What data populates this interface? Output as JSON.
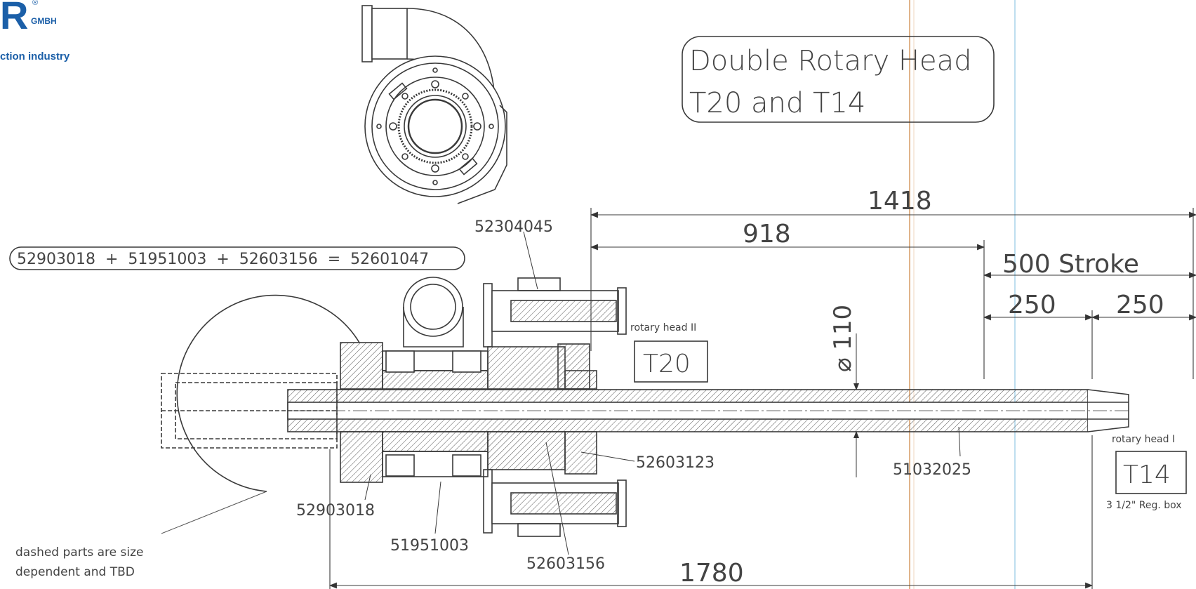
{
  "logo": {
    "letter": "R",
    "registered": "®",
    "suffix": "GMBH",
    "tagline": "ction industry"
  },
  "title": {
    "line1": "Double Rotary Head",
    "line2": "T20 and T14"
  },
  "formula": "52903018  +  51951003  +  52603156  =  52601047",
  "dimensions": {
    "total_top": "1418",
    "inner": "918",
    "stroke": "500 Stroke",
    "half_a": "250",
    "half_b": "250",
    "diameter": "⌀ 110",
    "total_bottom": "1780"
  },
  "heads": {
    "head2_label": "rotary head II",
    "head2_code": "T20",
    "head1_label": "rotary head I",
    "head1_code": "T14",
    "thread": "3 1/2\" Reg. box"
  },
  "parts": {
    "p1": "52304045",
    "p2": "52603123",
    "p3": "51032025",
    "p4": "52903018",
    "p5": "51951003",
    "p6": "52603156"
  },
  "note": {
    "line1": "dashed parts are size",
    "line2": "dependent and TBD"
  },
  "colors": {
    "line": "#3a3a3a",
    "brand": "#1b5fa8",
    "orange_rule": "#e0b48a",
    "blue_rule": "#a9d3ea"
  }
}
